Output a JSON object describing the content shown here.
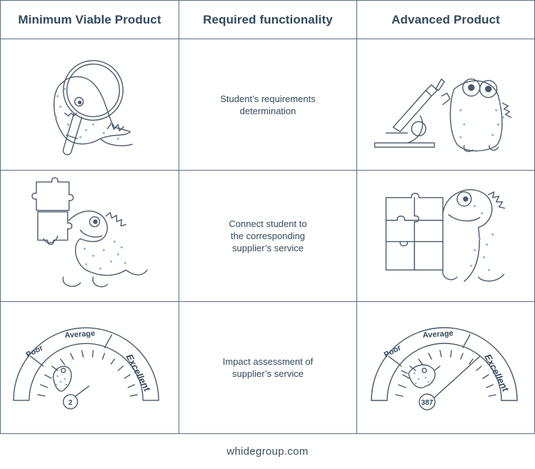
{
  "headers": {
    "col1": "Minimum Viable Product",
    "col2": "Required functionality",
    "col3": "Advanced Product"
  },
  "rows": [
    {
      "functionality": "Student’s requirements\ndetermination",
      "mvp_icon": "dinosaur-magnifier-icon",
      "advanced_icon": "dinosaur-microscope-icon"
    },
    {
      "functionality": "Connect student to\nthe corresponding\nsupplier’s service",
      "mvp_icon": "dinosaur-puzzle-piece-icon",
      "advanced_icon": "dinosaur-puzzle-stack-icon"
    },
    {
      "functionality": "Impact assessment of\nsupplier’s service",
      "mvp_icon": "gauge-dinosaur-icon",
      "advanced_icon": "gauge-dinosaur-icon"
    }
  ],
  "gauges": {
    "labels": {
      "poor": "Poor",
      "average": "Average",
      "excellent": "Excellent"
    },
    "mvp_value": "2",
    "advanced_value": "387"
  },
  "footer": "whidegroup.com",
  "colors": {
    "line": "#5a6d82",
    "text": "#34495e",
    "dots": "#8fb2cc"
  }
}
